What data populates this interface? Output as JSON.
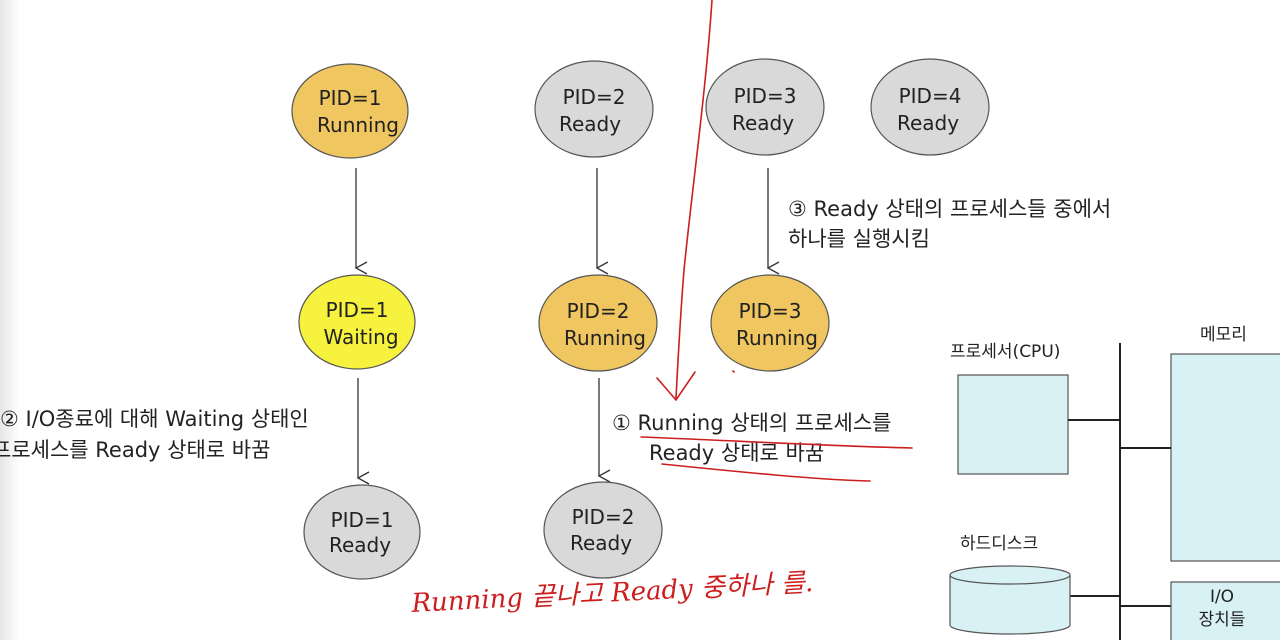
{
  "colors": {
    "running": "#f0c660",
    "waiting": "#f6f23e",
    "ready": "#d9d9d9",
    "hw_box": "#d8f1f4",
    "annotation": "#cc1e1e"
  },
  "nodes": {
    "top_pid1": {
      "pid": "PID=1",
      "state": "Running"
    },
    "top_pid2": {
      "pid": "PID=2",
      "state": "Ready"
    },
    "top_pid3": {
      "pid": "PID=3",
      "state": "Ready"
    },
    "top_pid4": {
      "pid": "PID=4",
      "state": "Ready"
    },
    "mid_pid1": {
      "pid": "PID=1",
      "state": "Waiting"
    },
    "mid_pid2": {
      "pid": "PID=2",
      "state": "Running"
    },
    "mid_pid3": {
      "pid": "PID=3",
      "state": "Running"
    },
    "bot_pid1": {
      "pid": "PID=1",
      "state": "Ready"
    },
    "bot_pid2": {
      "pid": "PID=2",
      "state": "Ready"
    }
  },
  "notes": {
    "note1": {
      "line1": "① Running 상태의 프로세스를",
      "line2": "Ready 상태로 바꿈"
    },
    "note2": {
      "line1": "② I/O종료에 대해 Waiting 상태인",
      "line2": "프로세스를 Ready 상태로 바꿈"
    },
    "note3": {
      "line1": "③ Ready 상태의 프로세스들 중에서",
      "line2": "하나를 실행시킴"
    }
  },
  "hardware": {
    "cpu_label": "프로세서(CPU)",
    "memory_label": "메모리",
    "disk_label": "하드디스크",
    "io_line1": "I/O",
    "io_line2": "장치들"
  },
  "handwriting": "Running 끝나고 Ready 중하나 를."
}
